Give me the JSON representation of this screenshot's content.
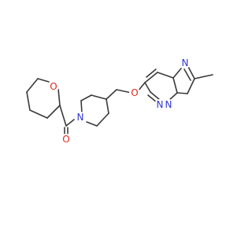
{
  "colors": {
    "bond": "#3a3a3a",
    "oxygen": "#e3261f",
    "nitrogen": "#2f37d8",
    "background": "#ffffff"
  },
  "labels": {
    "o_ring": "O",
    "o_carbonyl": "O",
    "n_piperidine": "N",
    "o_ether": "O",
    "n_pyridazine": "N",
    "n_bridge": "N",
    "n_imidazole": "N"
  }
}
